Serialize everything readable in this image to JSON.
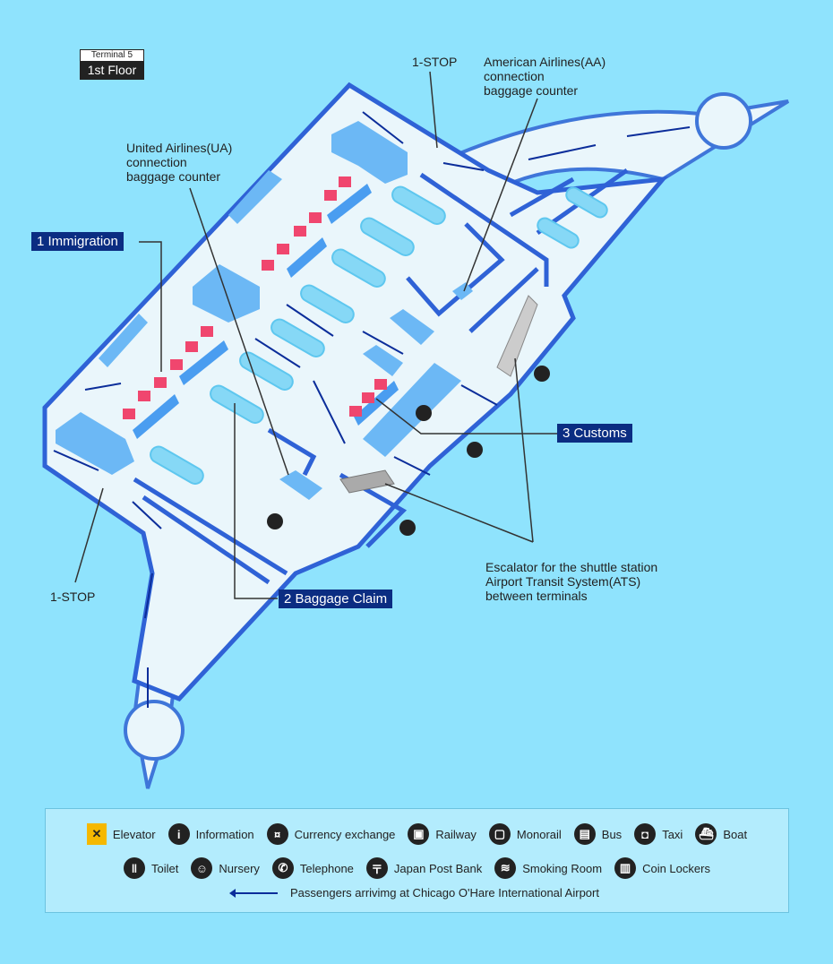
{
  "badge": {
    "terminal": "Terminal 5",
    "floor": "1st Floor"
  },
  "labels": {
    "stop_top": "1-STOP",
    "stop_bottom": "1-STOP",
    "aa": "American Airlines(AA)\nconnection\nbaggage counter",
    "ua": "United Airlines(UA)\nconnection\nbaggage counter",
    "escalator": "Escalator for the shuttle station\nAirport Transit System(ATS)\nbetween terminals"
  },
  "tags": {
    "immigration": "1 Immigration",
    "baggage": "2 Baggage Claim",
    "customs": "3 Customs"
  },
  "legend": {
    "row1": [
      {
        "icon": "elevator-icon",
        "glyph": "✕",
        "label": "Elevator"
      },
      {
        "icon": "information-icon",
        "glyph": "i",
        "label": "Information"
      },
      {
        "icon": "currency-exchange-icon",
        "glyph": "¤",
        "label": "Currency exchange"
      },
      {
        "icon": "railway-icon",
        "glyph": "▣",
        "label": "Railway"
      },
      {
        "icon": "monorail-icon",
        "glyph": "▢",
        "label": "Monorail"
      },
      {
        "icon": "bus-icon",
        "glyph": "▤",
        "label": "Bus"
      },
      {
        "icon": "taxi-icon",
        "glyph": "◘",
        "label": "Taxi"
      },
      {
        "icon": "boat-icon",
        "glyph": "⛴",
        "label": "Boat"
      }
    ],
    "row2": [
      {
        "icon": "toilet-icon",
        "glyph": "‖",
        "label": "Toilet"
      },
      {
        "icon": "nursery-icon",
        "glyph": "☺",
        "label": "Nursery"
      },
      {
        "icon": "telephone-icon",
        "glyph": "✆",
        "label": "Telephone"
      },
      {
        "icon": "japan-post-bank-icon",
        "glyph": "〒",
        "label": "Japan Post Bank"
      },
      {
        "icon": "smoking-room-icon",
        "glyph": "≋",
        "label": "Smoking Room"
      },
      {
        "icon": "coin-lockers-icon",
        "glyph": "▥",
        "label": "Coin Lockers"
      }
    ],
    "arrow_label": "Passengers arrivimg at Chicago O'Hare International Airport"
  },
  "colors": {
    "bg": "#8fe3fd",
    "floor": "#eaf6fb",
    "wall": "#2f62d6",
    "room": "#6cb8f5",
    "belt": "#86d8f6",
    "counter": "#f0466e",
    "tag": "#0b2d82"
  }
}
